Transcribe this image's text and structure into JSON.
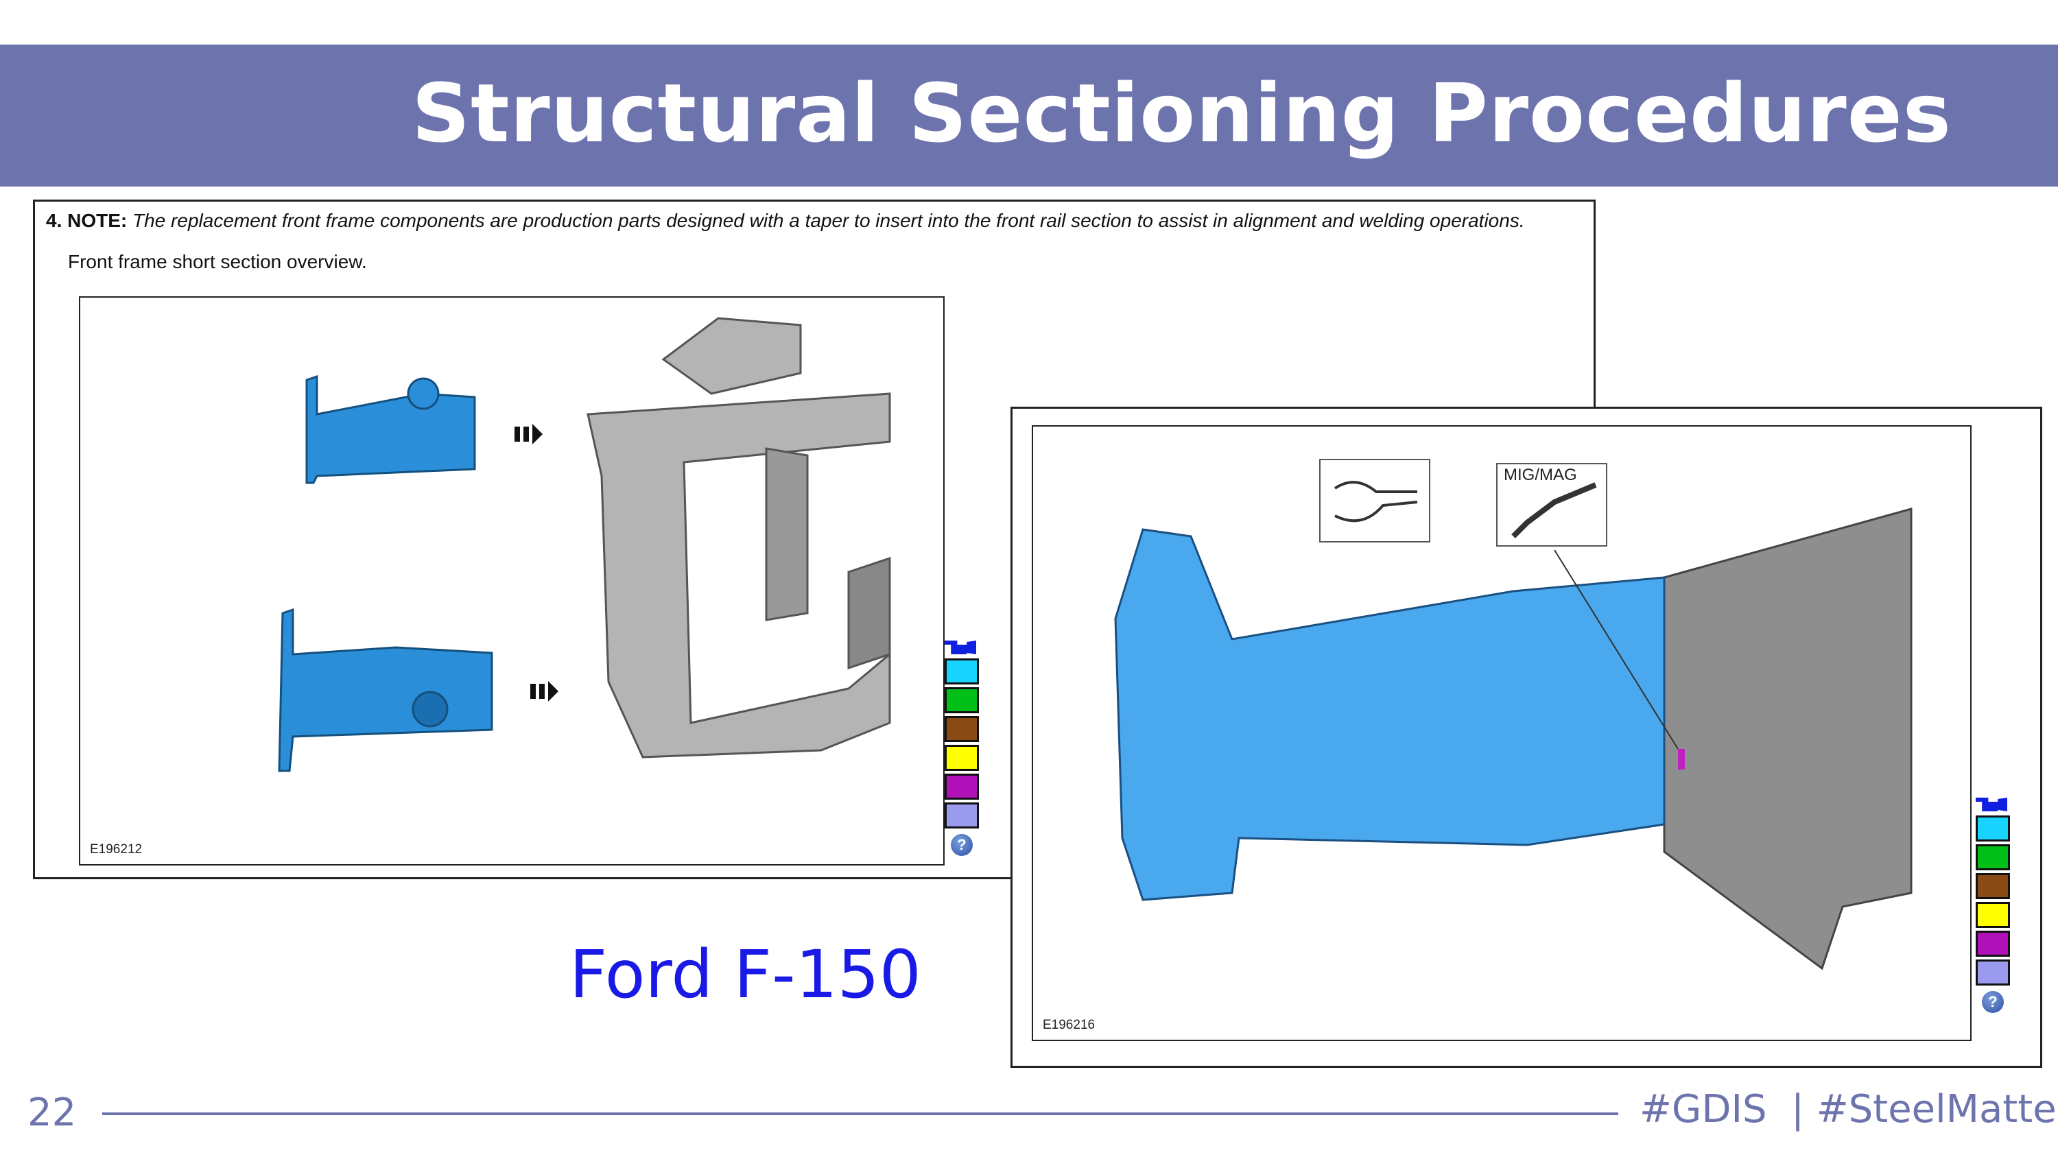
{
  "header": {
    "title": "Structural Sectioning Procedures"
  },
  "panel1": {
    "step": "4.",
    "note_label": "NOTE:",
    "note_text": "The replacement front frame components are production parts designed with a taper to insert into the front rail section to assist in alignment and welding operations.",
    "subtitle": "Front frame short section overview.",
    "figure_code": "E196212"
  },
  "panel2": {
    "figure_code": "E196216",
    "tool_label": "MIG/MAG"
  },
  "legend": {
    "colors": [
      "#19d3ff",
      "#00c018",
      "#8a4a14",
      "#ffff00",
      "#b010b8",
      "#9a9aee"
    ],
    "help": "?"
  },
  "caption": "Ford F-150",
  "footer": {
    "page": "22",
    "tags": "#GDIS  | #SteelMatters"
  },
  "colors": {
    "brand": "#6d74ad",
    "part_blue": "#2a8fd8",
    "caption": "#1a1ae6"
  }
}
